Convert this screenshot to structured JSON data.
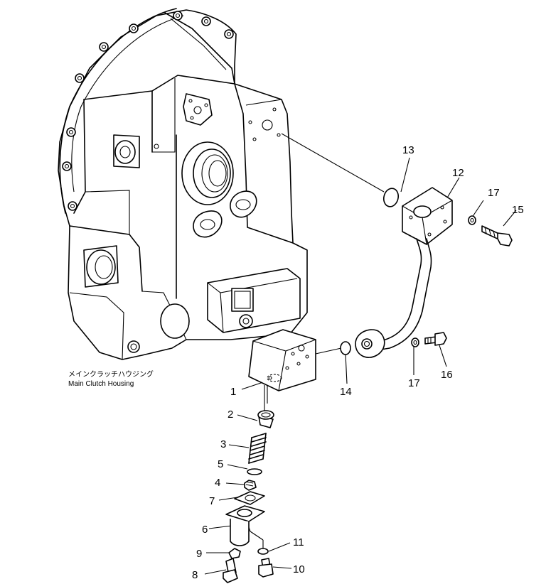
{
  "caption": {
    "japanese": "メインクラッチハウジング",
    "english": "Main Clutch Housing"
  },
  "callouts": [
    "1",
    "2",
    "3",
    "4",
    "5",
    "6",
    "7",
    "8",
    "9",
    "10",
    "11",
    "12",
    "13",
    "14",
    "15",
    "16",
    "17",
    "17"
  ]
}
